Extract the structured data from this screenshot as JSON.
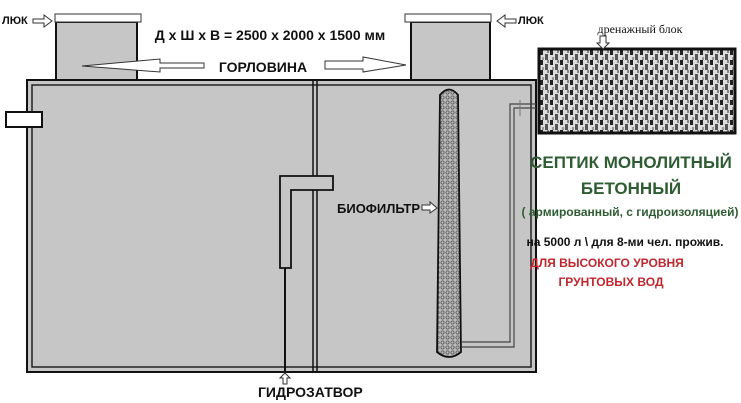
{
  "labels": {
    "hatch_left": "ЛЮК",
    "hatch_right": "ЛЮК",
    "dimensions": "Д х Ш х В = 2500  х 2000 х 1500 мм",
    "neck": "ГОРЛОВИНА",
    "drain_block": "дренажный блок",
    "biofilter": "БИОФИЛЬТР",
    "water_seal": "ГИДРОЗАТВОР"
  },
  "info": {
    "title_line1": "СЕПТИК МОНОЛИТНЫЙ",
    "title_line2": "БЕТОННЫЙ",
    "subtitle": "( армированный, с гидроизоляцией)",
    "capacity": "на  5000 л \\ для 8-ми чел. прожив.",
    "warning_line1": "ДЛЯ ВЫСОКОГО УРОВНЯ",
    "warning_line2": "ГРУНТОВЫХ ВОД"
  },
  "colors": {
    "tank_fill": "#c6c6c6",
    "title_green": "#2f5d33",
    "warning_red": "#c0262e"
  }
}
